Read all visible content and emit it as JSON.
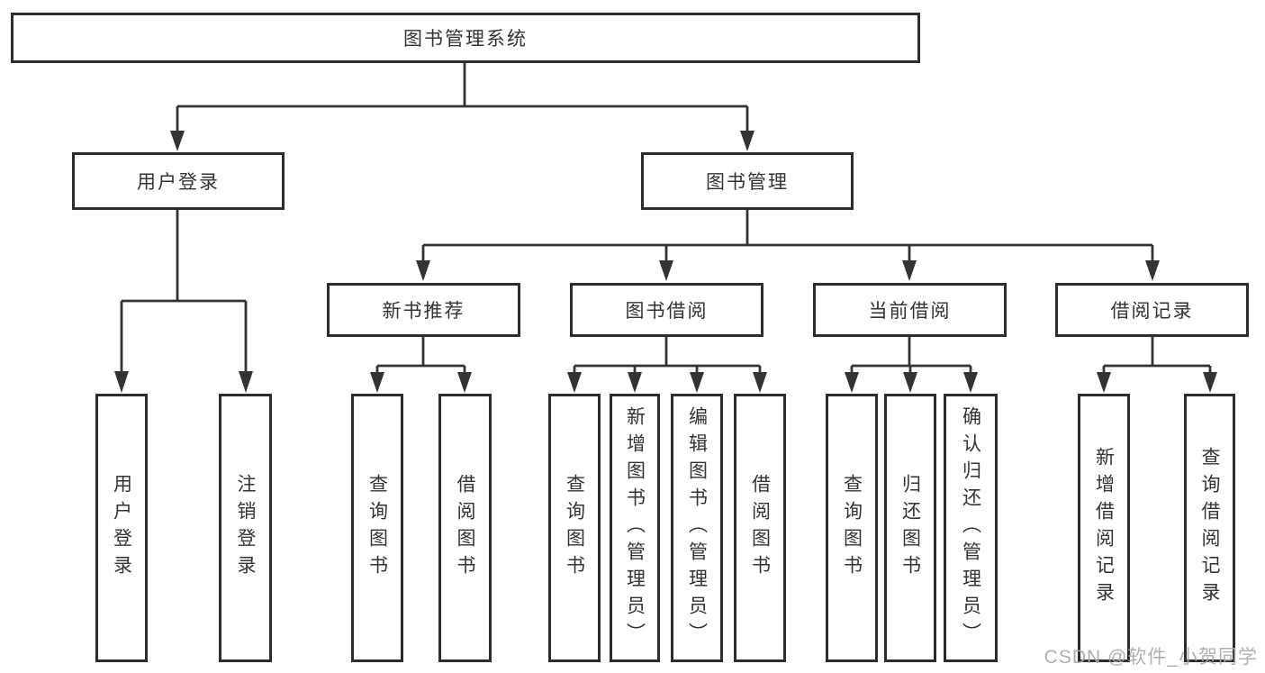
{
  "diagram_title": "图书管理系统",
  "nodes": {
    "root": {
      "label": "图书管理系统"
    },
    "user-login": {
      "label": "用户登录"
    },
    "book-mgmt": {
      "label": "图书管理"
    },
    "new-book-rec": {
      "label": "新书推荐"
    },
    "book-borrow": {
      "label": "图书借阅"
    },
    "current-borrow": {
      "label": "当前借阅"
    },
    "borrow-records": {
      "label": "借阅记录"
    },
    "leaf-user-login": {
      "label": "用户登录"
    },
    "leaf-logout": {
      "label": "注销登录"
    },
    "leaf-rec-query": {
      "label": "查询图书"
    },
    "leaf-rec-borrow": {
      "label": "借阅图书"
    },
    "leaf-bb-query": {
      "label": "查询图书"
    },
    "leaf-bb-add": {
      "label": "新增图书（管理员）"
    },
    "leaf-bb-edit": {
      "label": "编辑图书（管理员）"
    },
    "leaf-bb-borrow": {
      "label": "借阅图书"
    },
    "leaf-cb-query": {
      "label": "查询图书"
    },
    "leaf-cb-return": {
      "label": "归还图书"
    },
    "leaf-cb-confirm": {
      "label": "确认归还（管理员）"
    },
    "leaf-br-add": {
      "label": "新增借阅记录"
    },
    "leaf-br-query": {
      "label": "查询借阅记录"
    }
  },
  "hierarchy": {
    "root": [
      "user-login",
      "book-mgmt"
    ],
    "user-login": [
      "leaf-user-login",
      "leaf-logout"
    ],
    "book-mgmt": [
      "new-book-rec",
      "book-borrow",
      "current-borrow",
      "borrow-records"
    ],
    "new-book-rec": [
      "leaf-rec-query",
      "leaf-rec-borrow"
    ],
    "book-borrow": [
      "leaf-bb-query",
      "leaf-bb-add",
      "leaf-bb-edit",
      "leaf-bb-borrow"
    ],
    "current-borrow": [
      "leaf-cb-query",
      "leaf-cb-return",
      "leaf-cb-confirm"
    ],
    "borrow-records": [
      "leaf-br-add",
      "leaf-br-query"
    ]
  },
  "watermark": {
    "text": "CSDN @软件_小贺同学"
  },
  "colors": {
    "line": "#333333",
    "box_border": "#2d2d2d",
    "text": "#333333",
    "watermark": "#a9a9a9",
    "background": "#ffffff"
  }
}
